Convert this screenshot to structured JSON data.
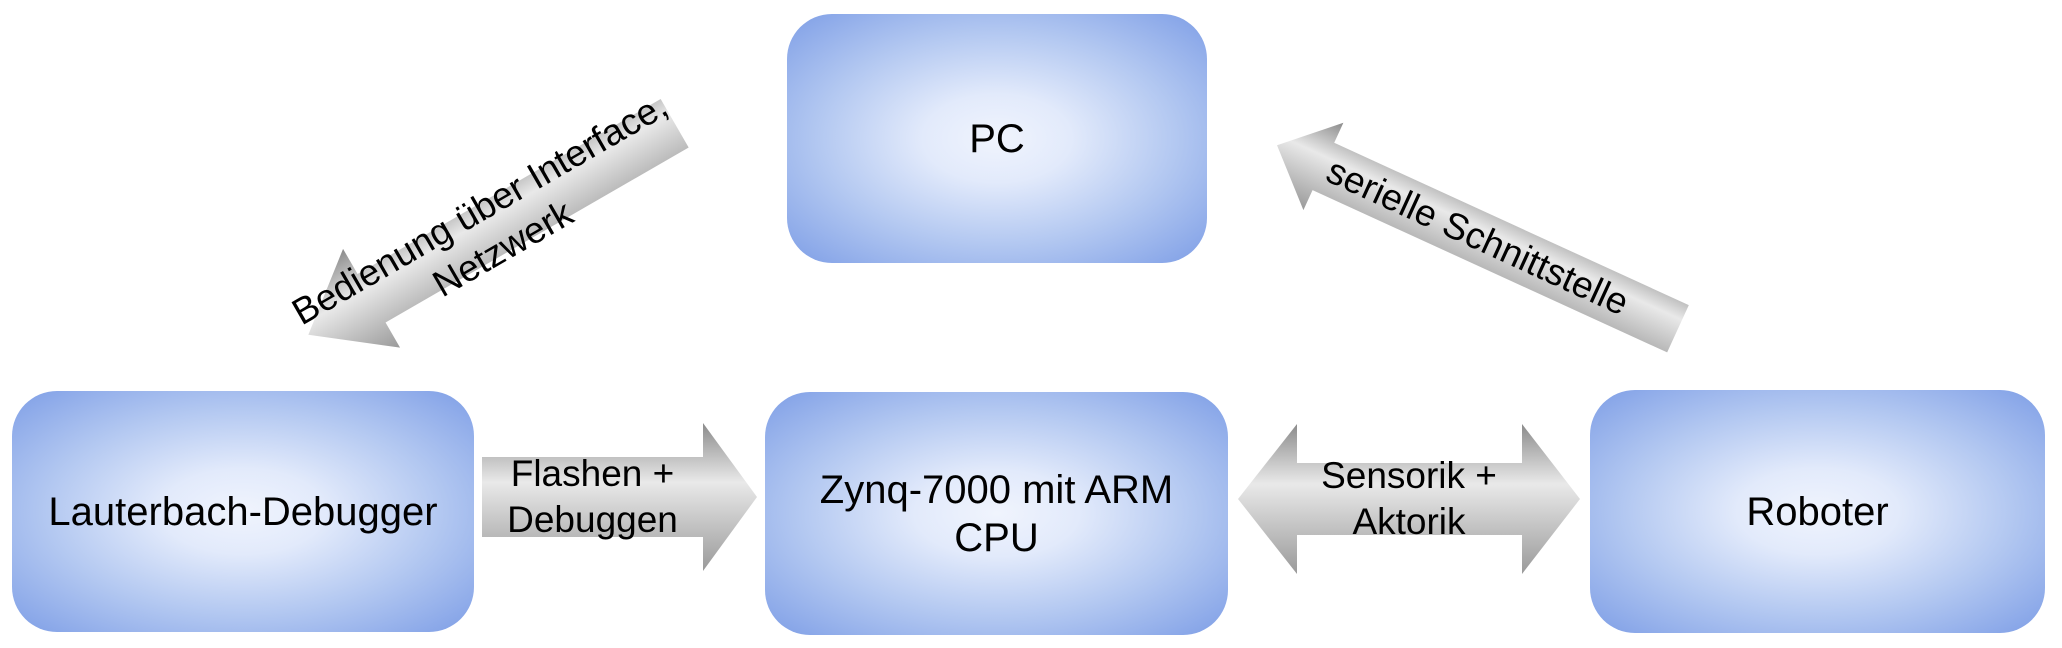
{
  "diagram": {
    "background": "#ffffff",
    "node_fill_center": "#f0f4fd",
    "node_fill_edge": "#7e9ee6",
    "arrow_gradient_dark": "#8b8b8b",
    "arrow_gradient_light": "#e9e9e9",
    "arrow_gradient_end": "#9a9a9a",
    "text_color": "#000000"
  },
  "nodes": {
    "pc": {
      "label": "PC"
    },
    "debugger": {
      "label": "Lauterbach-Debugger"
    },
    "zynq": {
      "label": "Zynq-7000 mit ARM CPU"
    },
    "roboter": {
      "label": "Roboter"
    }
  },
  "edges": {
    "pc_debugger": {
      "line1": "Bedienung über Interface,",
      "line2": "Netzwerk",
      "from": "PC",
      "to": "Lauterbach-Debugger",
      "arrow": "one-way"
    },
    "roboter_pc": {
      "line1": "serielle Schnittstelle",
      "from": "Roboter",
      "to": "PC",
      "arrow": "one-way"
    },
    "debugger_zynq": {
      "line1": "Flashen +",
      "line2": "Debuggen",
      "from": "Lauterbach-Debugger",
      "to": "Zynq-7000 mit ARM CPU",
      "arrow": "one-way"
    },
    "zynq_roboter": {
      "line1": "Sensorik +",
      "line2": "Aktorik",
      "from": "Zynq-7000 mit ARM CPU",
      "to": "Roboter",
      "arrow": "two-way"
    }
  }
}
